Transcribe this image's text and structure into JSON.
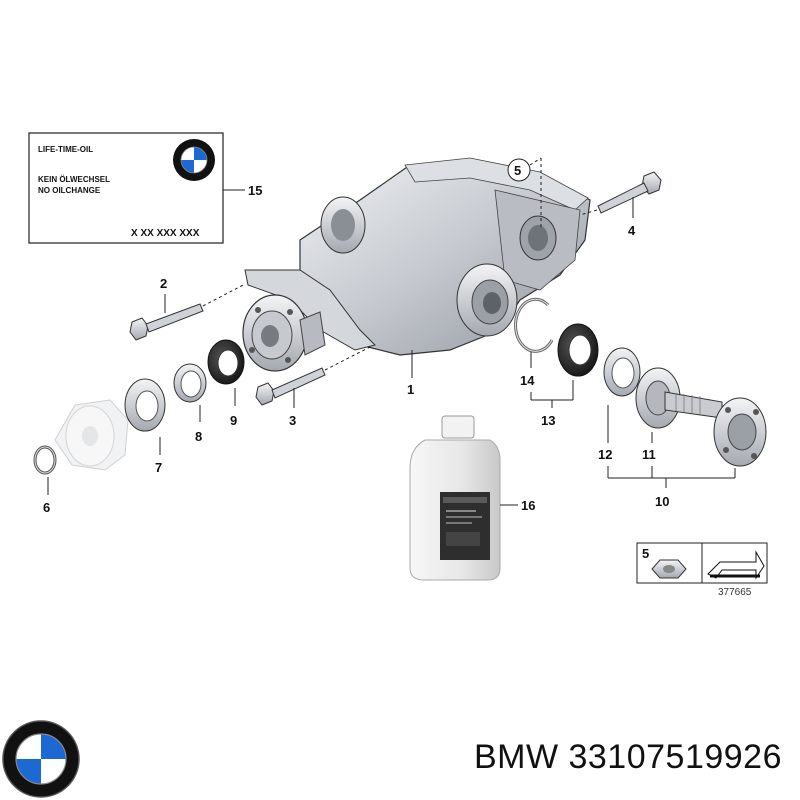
{
  "label_box": {
    "line1": "LIFE-TIME-OIL",
    "line2": "KEIN ÖLWECHSEL",
    "line3": "NO OILCHANGE",
    "code": "X XX XXX XXX"
  },
  "callouts": {
    "c1": "1",
    "c2": "2",
    "c3": "3",
    "c4": "4",
    "c5": "5",
    "c6": "6",
    "c7": "7",
    "c8": "8",
    "c9": "9",
    "c10": "10",
    "c11": "11",
    "c12": "12",
    "c13": "13",
    "c14": "14",
    "c15": "15",
    "c16": "16"
  },
  "inset": {
    "callout": "5"
  },
  "reference_number": "377665",
  "footer": {
    "brand": "BMW",
    "part_number": "33107519926",
    "text": "BMW 33107519926"
  },
  "colors": {
    "bmw_blue": "#1c69d4",
    "metal": "#c9ccd1",
    "outline": "#333333"
  }
}
